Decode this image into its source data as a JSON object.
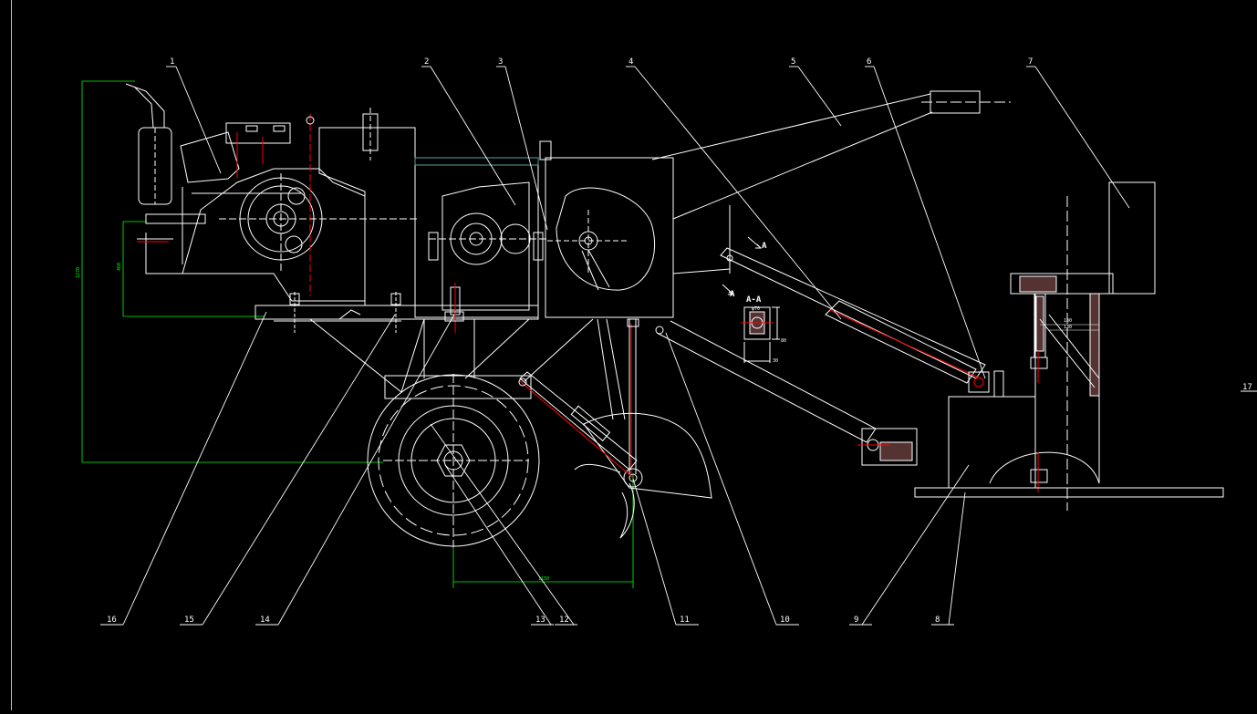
{
  "drawing": {
    "background": "#000000",
    "line_color": "#ffffff",
    "dimension_color": "#00ff00",
    "centerline_color": "#ff0000",
    "part_labels": [
      "1",
      "2",
      "3",
      "4",
      "5",
      "6",
      "7",
      "8",
      "9",
      "10",
      "11",
      "12",
      "13",
      "14",
      "15",
      "16",
      "17"
    ],
    "section_label": "A-A",
    "section_arrow_1": "A",
    "section_arrow_2": "A",
    "dims": {
      "overall_height": "1270",
      "engine_height": "460",
      "wheel_to_tiller": "1150",
      "sub_dim_1": "180",
      "sub_dim_2": "130",
      "sec_w": "φ70",
      "sec_h": "80",
      "sec_b": "30"
    }
  }
}
